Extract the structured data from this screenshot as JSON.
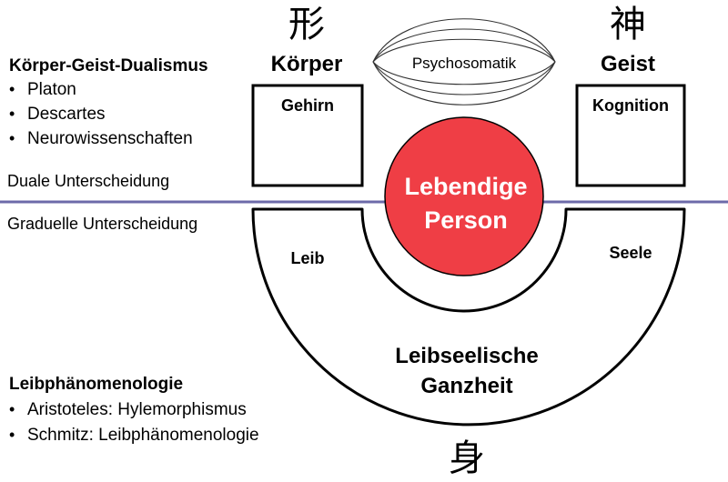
{
  "dualism": {
    "heading": "Körper-Geist-Dualismus",
    "items": [
      "Platon",
      "Descartes",
      "Neurowissenschaften"
    ]
  },
  "dual_label": "Duale Unterscheidung",
  "gradual_label": "Graduelle Unterscheidung",
  "phenomenology": {
    "heading": "Leibphänomenologie",
    "items": [
      "Aristoteles: Hylemorphismus",
      "Schmitz: Leibphänomenologie"
    ]
  },
  "bullet": "•",
  "body": {
    "kanji": "形",
    "title": "Körper",
    "box_label": "Gehirn"
  },
  "mind": {
    "kanji": "神",
    "title": "Geist",
    "box_label": "Kognition"
  },
  "psychosomatik": "Psychosomatik",
  "person": {
    "line1": "Lebendige",
    "line2": "Person",
    "color": "#ef3e45"
  },
  "leib": "Leib",
  "seele": "Seele",
  "whole": {
    "line1": "Leibseelische",
    "line2": "Ganzheit",
    "kanji": "身"
  },
  "divider_color": "#5d5aa0"
}
